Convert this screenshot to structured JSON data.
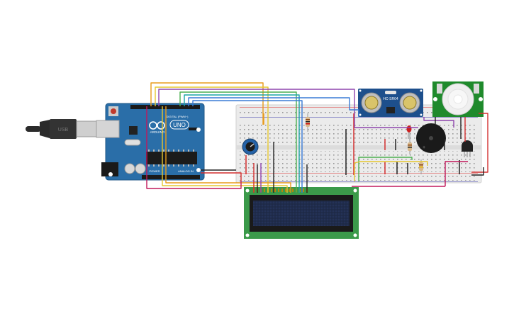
{
  "canvas": {
    "background": "#ffffff"
  },
  "arduino": {
    "brand_label": "ARDUINO",
    "model_label": "UNO",
    "digital_label": "DIGITAL (PWM~)",
    "analog_label": "ANALOG IN",
    "power_label": "POWER",
    "board_color": "#2a6ea8"
  },
  "usb_cable": {
    "plug_label": "USB"
  },
  "ultrasonic_sensor": {
    "model_label": "HC-SR04",
    "board_color": "#1d4f8c"
  },
  "pir_sensor": {
    "board_color": "#1f8a2c"
  },
  "lcd": {
    "module_color": "#3b9a4a",
    "screen_color": "#1c2742"
  },
  "components": {
    "potentiometer": "blue rotary potentiometer",
    "buzzer": "piezo buzzer",
    "led_color": "#cc2020",
    "transistor": "black TO-92 transistor"
  },
  "wire_colors": {
    "orange": "#e89b1a",
    "yellow": "#e6c830",
    "green": "#4caf50",
    "teal": "#1aa5a5",
    "blue": "#3a7bd5",
    "purple": "#8e44ad",
    "magenta": "#c2185b",
    "red": "#d32f2f",
    "black": "#222222"
  }
}
